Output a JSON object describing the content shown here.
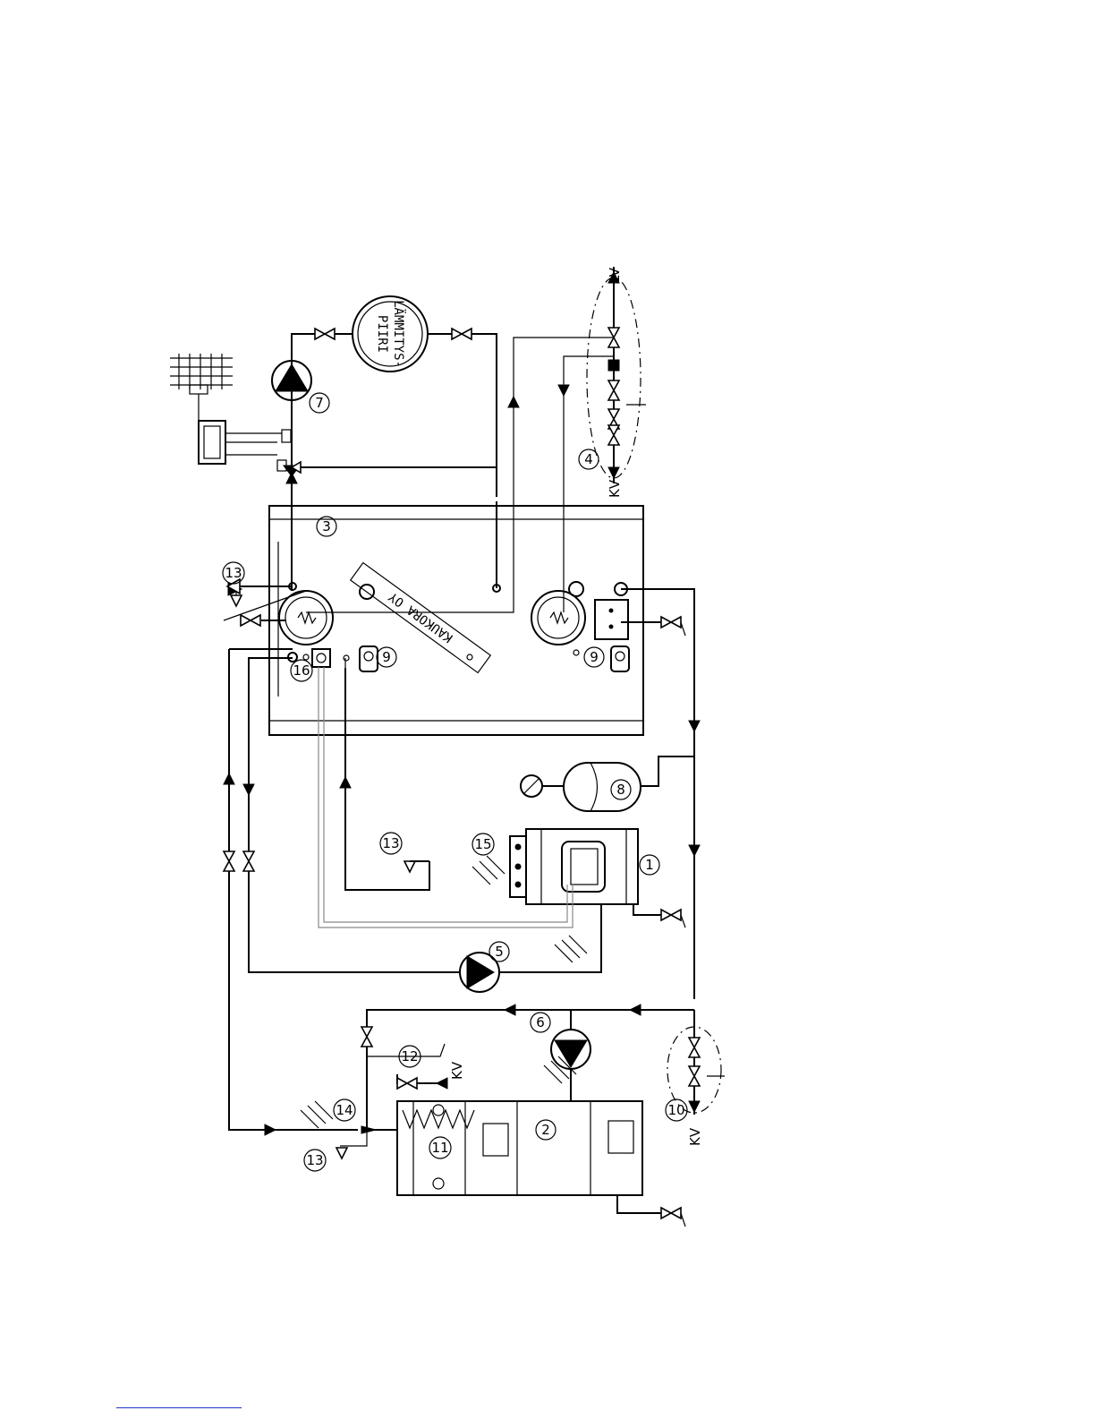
{
  "diagram": {
    "heating_circuit_label_line1": "LÄMMITYS-",
    "heating_circuit_label_line2": "PIIRI",
    "brand_label": "KAUKORA OY",
    "hot_water_label": "LV",
    "cold_water_label": "KV",
    "component_numbers": {
      "n1": "1",
      "n2": "2",
      "n3": "3",
      "n4": "4",
      "n5": "5",
      "n6": "6",
      "n7": "7",
      "n8": "8",
      "n9a": "9",
      "n9b": "9",
      "n10": "10",
      "n11": "11",
      "n12": "12",
      "n13a": "13",
      "n13b": "13",
      "n13c": "13",
      "n14": "14",
      "n15": "15",
      "n16": "16"
    }
  }
}
